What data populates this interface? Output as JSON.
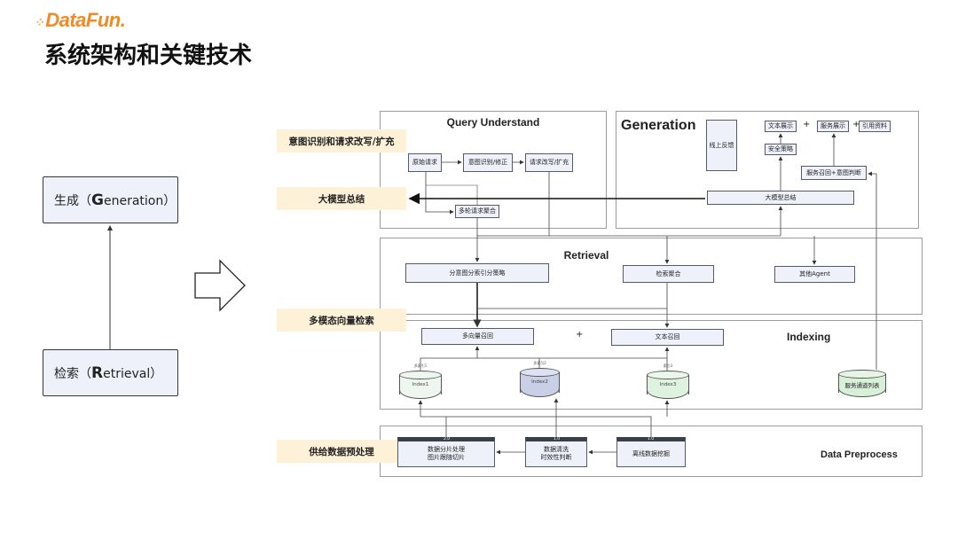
{
  "logo": {
    "text": "DataFun."
  },
  "page_title": "系统架构和关键技术",
  "left_boxes": {
    "generation": {
      "prefix": "生成（",
      "initial": "G",
      "rest": "eneration）"
    },
    "retrieval": {
      "prefix": "检索（",
      "initial": "R",
      "rest": "etrieval）"
    }
  },
  "side_labels": [
    "意图识别和请求改写/扩充",
    "大模型总结",
    "多模态向量检索",
    "供给数据预处理"
  ],
  "query": {
    "title": "Query Understand",
    "nodes": [
      "原始请求",
      "意图识别/修正",
      "请求改写/扩充",
      "多轮请求聚合"
    ]
  },
  "generation": {
    "title": "Generation",
    "nodes": {
      "feedback": "线上反馈",
      "text_display": "文本展示",
      "plus1": "+",
      "service_display": "服务展示",
      "plus2": "+",
      "cite": "引用资料",
      "safety": "安全策略",
      "recall_intent": "服务召回+意图判断",
      "llm_summary": "大模型总结"
    }
  },
  "retrieval": {
    "title": "Retrieval",
    "nodes": [
      "分意图分索引分策略",
      "检索聚合",
      "其他Agent"
    ]
  },
  "indexing": {
    "title": "Indexing",
    "nodes": {
      "multi_vector": "多向量召回",
      "plus": "+",
      "text_recall": "文本召回"
    },
    "cylinders": [
      {
        "caption": "多索引1",
        "label": "Index1"
      },
      {
        "caption": "多索引2",
        "label": "Index2"
      },
      {
        "caption": "索引3",
        "label": "Index3"
      },
      {
        "caption": "",
        "label": "服务通道列表"
      }
    ]
  },
  "preprocess": {
    "title": "Data Preprocess",
    "nodes": [
      {
        "version": "2.0",
        "line1": "数据分片处理",
        "line2": "图片跟随切片"
      },
      {
        "version": "1.0",
        "line1": "数据清洗",
        "line2": "时效性判断"
      },
      {
        "version": "1.0",
        "line1": "离线数据挖掘",
        "line2": ""
      }
    ]
  },
  "colors": {
    "node_fill": "#eef1f9",
    "label_fill": "#fdf1d8",
    "logo": "#f08a24",
    "stroke": "#33363d"
  }
}
